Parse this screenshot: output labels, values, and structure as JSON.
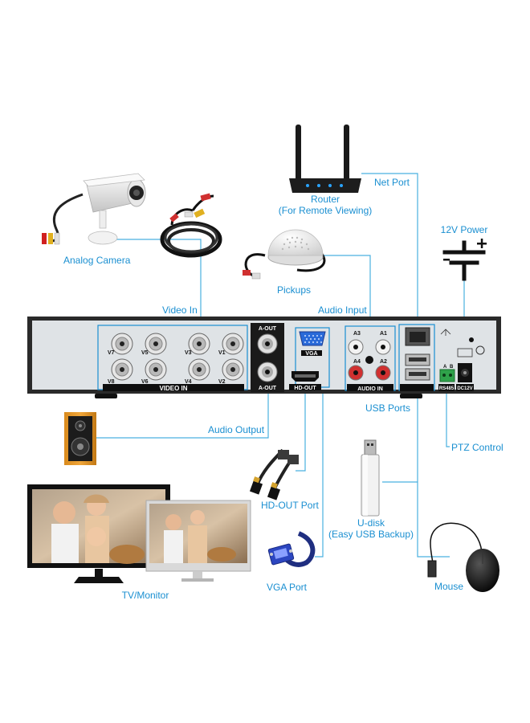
{
  "labels": {
    "net_port": "Net Port",
    "router": "Router",
    "router_sub": "(For Remote Viewing)",
    "power": "12V Power",
    "analog_camera": "Analog Camera",
    "pickups": "Pickups",
    "video_in": "Video In",
    "audio_input": "Audio Input",
    "audio_output": "Audio Output",
    "usb_ports": "USB Ports",
    "ptz_control": "PTZ Control",
    "hdout_port": "HD-OUT Port",
    "udisk": "U-disk",
    "udisk_sub": "(Easy USB Backup)",
    "tv_monitor": "TV/Monitor",
    "vga_port": "VGA Port",
    "mouse": "Mouse"
  },
  "panel": {
    "channels_top": [
      "V7",
      "V5",
      "V3",
      "V1"
    ],
    "channels_bottom": [
      "V8",
      "V6",
      "V4",
      "V2"
    ],
    "video_in": "VIDEO IN",
    "aout_top": "A-OUT",
    "aout_bottom": "A-OUT",
    "vga": "VGA",
    "hdout": "HD-OUT",
    "audio_in": "AUDIO IN",
    "a3": "A3",
    "a1": "A1",
    "a4": "A4",
    "a2": "A2",
    "rs485": "RS485",
    "dc12v": "DC12V",
    "rs_a": "A",
    "rs_b": "B"
  },
  "colors": {
    "accent": "#1a8fd1",
    "line": "#4ab0e0",
    "panel_face": "#dfe3e6",
    "chassis": "#2a2a2a"
  }
}
